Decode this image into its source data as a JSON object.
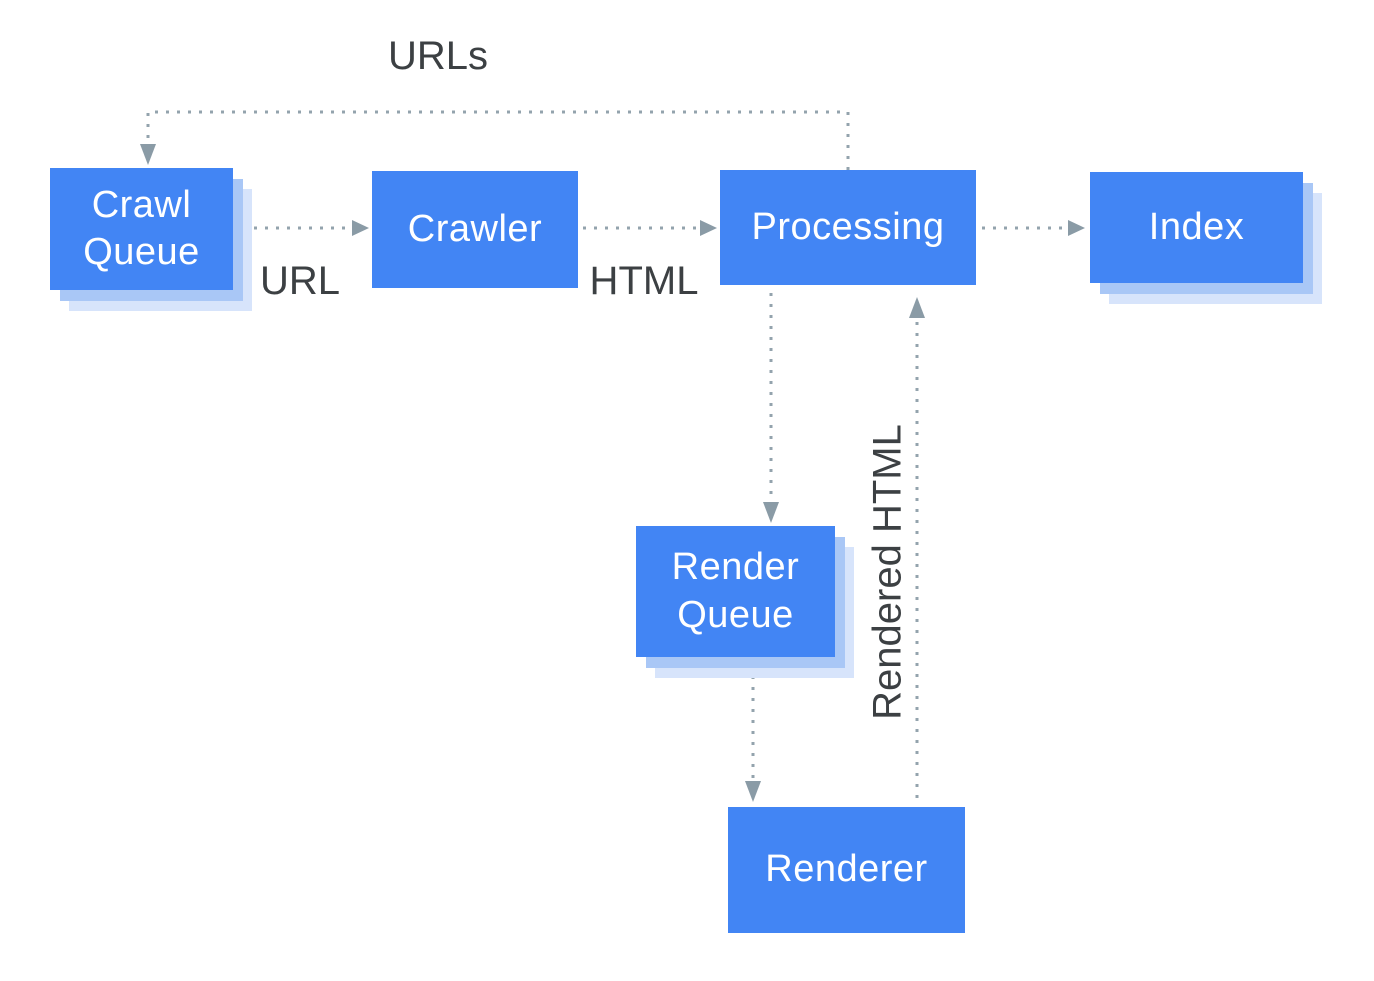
{
  "diagram": {
    "nodes": [
      {
        "id": "crawl-queue",
        "label": "Crawl Queue"
      },
      {
        "id": "crawler",
        "label": "Crawler"
      },
      {
        "id": "processing",
        "label": "Processing"
      },
      {
        "id": "index",
        "label": "Index"
      },
      {
        "id": "render-queue",
        "label": "Render Queue"
      },
      {
        "id": "renderer",
        "label": "Renderer"
      }
    ],
    "edge_labels": {
      "urls": "URLs",
      "url": "URL",
      "html": "HTML",
      "rendered_html": "Rendered HTML"
    },
    "edges": [
      {
        "from": "crawl-queue",
        "to": "crawler",
        "label": "URL"
      },
      {
        "from": "crawler",
        "to": "processing",
        "label": "HTML"
      },
      {
        "from": "processing",
        "to": "index",
        "label": ""
      },
      {
        "from": "processing",
        "to": "crawl-queue",
        "label": "URLs"
      },
      {
        "from": "processing",
        "to": "render-queue",
        "label": ""
      },
      {
        "from": "render-queue",
        "to": "renderer",
        "label": ""
      },
      {
        "from": "renderer",
        "to": "processing",
        "label": "Rendered HTML"
      }
    ],
    "colors": {
      "node_fill": "#4285F4",
      "node_text": "#FFFFFF",
      "shadow_mid": "#A9C7F6",
      "shadow_light": "#D7E4FB",
      "line": "#93A3AD",
      "arrowhead": "#8A9BA6",
      "label_text": "#3C4043"
    }
  }
}
